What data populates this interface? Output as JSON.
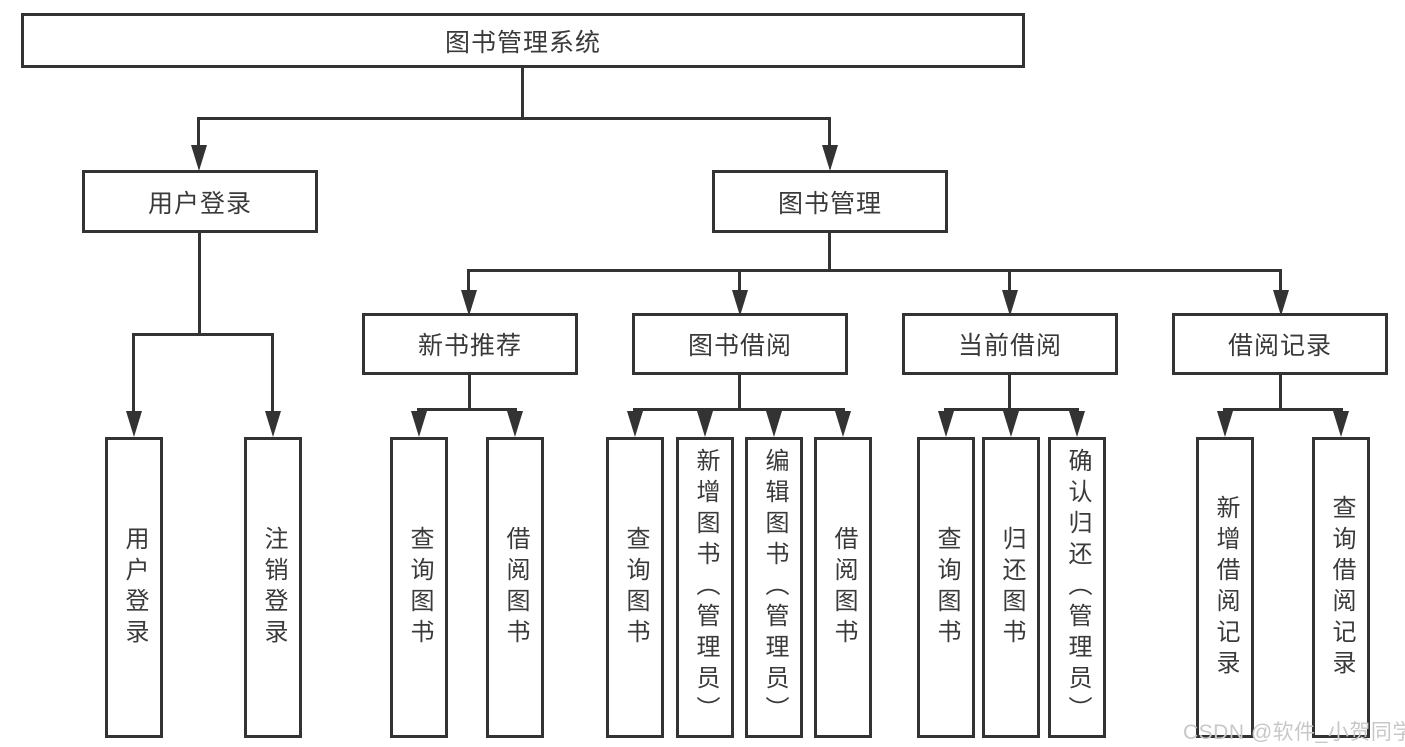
{
  "diagram": {
    "root": "图书管理系统",
    "level2": [
      "用户登录",
      "图书管理"
    ],
    "level3": [
      "新书推荐",
      "图书借阅",
      "当前借阅",
      "借阅记录"
    ],
    "leaves": {
      "user_login": [
        "用户登录",
        "注销登录"
      ],
      "new_book_recommend": [
        "查询图书",
        "借阅图书"
      ],
      "book_borrowing": [
        "查询图书",
        "新增图书（管理员）",
        "编辑图书（管理员）",
        "借阅图书"
      ],
      "current_borrowing": [
        "查询图书",
        "归还图书",
        "确认归还（管理员）"
      ],
      "borrowing_records": [
        "新增借阅记录",
        "查询借阅记录"
      ]
    }
  },
  "watermark": "CSDN @软件_小贺同学",
  "colors": {
    "line": "#333333",
    "text": "#3a3a3a",
    "watermark": "#c8c8c8",
    "background": "#ffffff"
  }
}
